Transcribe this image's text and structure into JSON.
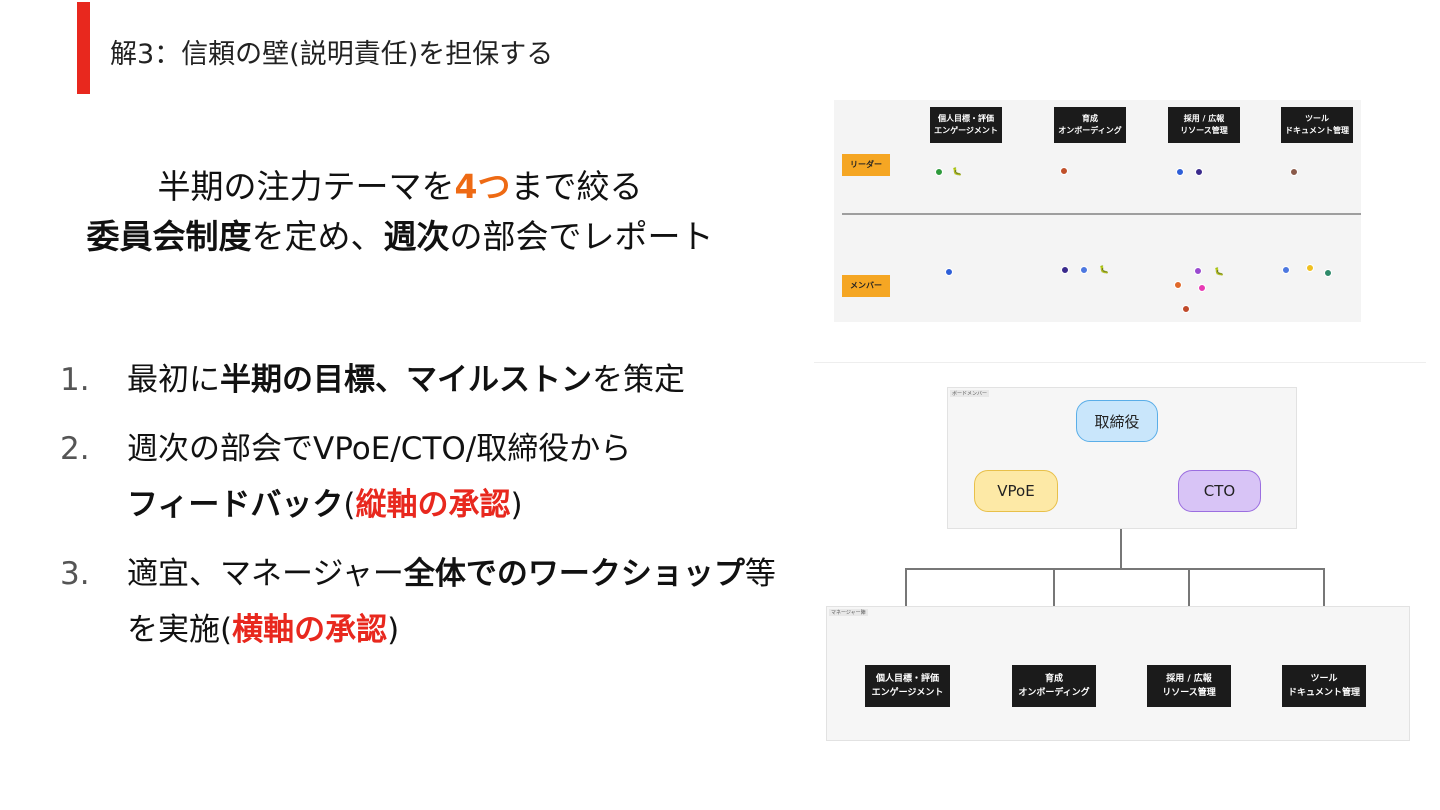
{
  "title": "解3：信頼の壁(説明責任)を担保する",
  "headline": {
    "line1_a": "半期の注力テーマを",
    "line1_b": "4つ",
    "line1_c": "まで絞る",
    "line2_a": "委員会制度",
    "line2_b": "を定め、",
    "line2_c": "週次",
    "line2_d": "の部会でレポート"
  },
  "list": [
    {
      "num": "1.",
      "a": "最初に",
      "b": "半期の目標、マイルストン",
      "c": "を策定"
    },
    {
      "num": "2.",
      "a": "週次の部会でVPoE/CTO/取締役から",
      "b": "フィードバック",
      "c": "(",
      "d": "縦軸の承認",
      "e": ")"
    },
    {
      "num": "3.",
      "a": "適宜、マネージャー",
      "b": "全体でのワークショップ",
      "c": "等を実施(",
      "d": "横軸の承認",
      "e": ")"
    }
  ],
  "matrix": {
    "columns": [
      {
        "l1": "個人目標・評価",
        "l2": "エンゲージメント"
      },
      {
        "l1": "育成",
        "l2": "オンボーディング"
      },
      {
        "l1": "採用 / 広報",
        "l2": "リソース管理"
      },
      {
        "l1": "ツール",
        "l2": "ドキュメント管理"
      }
    ],
    "rows": [
      "リーダー",
      "メンバー"
    ]
  },
  "org": {
    "board_label": "ボードメンバー",
    "manager_label": "マネージャー陣",
    "nodes": {
      "top": "取締役",
      "left": "VPoE",
      "right": "CTO"
    },
    "boxes": [
      {
        "l1": "個人目標・評価",
        "l2": "エンゲージメント"
      },
      {
        "l1": "育成",
        "l2": "オンボーディング"
      },
      {
        "l1": "採用 / 広報",
        "l2": "リソース管理"
      },
      {
        "l1": "ツール",
        "l2": "ドキュメント管理"
      }
    ]
  },
  "colors": {
    "accent_red": "#e8281e",
    "accent_orange": "#ee6a14",
    "row_tag": "#f5a623",
    "node_blue": "#c9e6fb",
    "node_yellow": "#fde9a6",
    "node_purple": "#d8c4f6"
  }
}
